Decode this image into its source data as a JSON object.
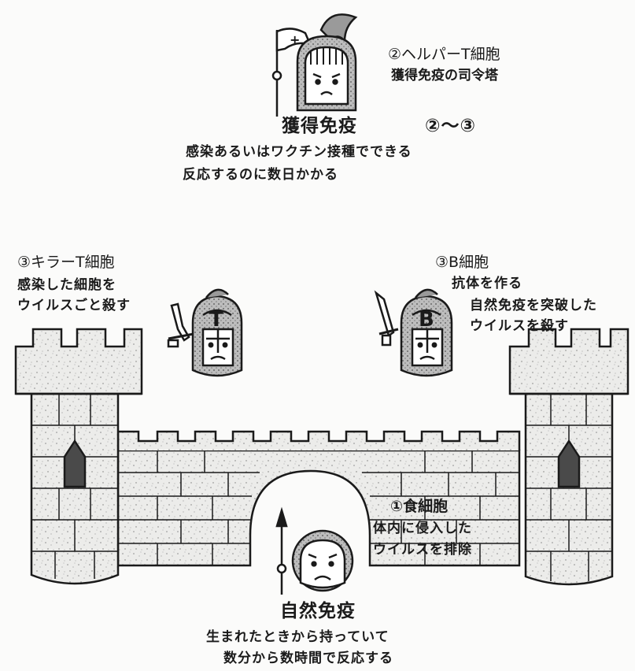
{
  "helper_t": {
    "title": "②ヘルパーT細胞",
    "description": "獲得免疫の司令塔"
  },
  "acquired_immunity": {
    "title": "獲得免疫",
    "range": "②〜③",
    "line1": "感染あるいはワクチン接種でできる",
    "line2": "反応するのに数日かかる"
  },
  "killer_t": {
    "title": "③キラーT細胞",
    "line1": "感染した細胞を",
    "line2": "ウイルスごと殺す",
    "helmet_letter": "T"
  },
  "b_cell": {
    "title": "③B細胞",
    "line1": "抗体を作る",
    "line2": "自然免疫を突破した",
    "line3": "ウイルスを殺す",
    "helmet_letter": "B"
  },
  "phagocyte": {
    "title": "①食細胞",
    "line1": "体内に侵入した",
    "line2": "ウイルスを排除"
  },
  "innate_immunity": {
    "title": "自然免疫",
    "line1": "生まれたときから持っていて",
    "line2": "数分から数時間で反応する"
  },
  "flag_symbol": "+",
  "colors": {
    "ink": "#1a1a1a",
    "stone": "#ececea",
    "speckle": "#8a8a8a",
    "window": "#4a4a4a"
  }
}
